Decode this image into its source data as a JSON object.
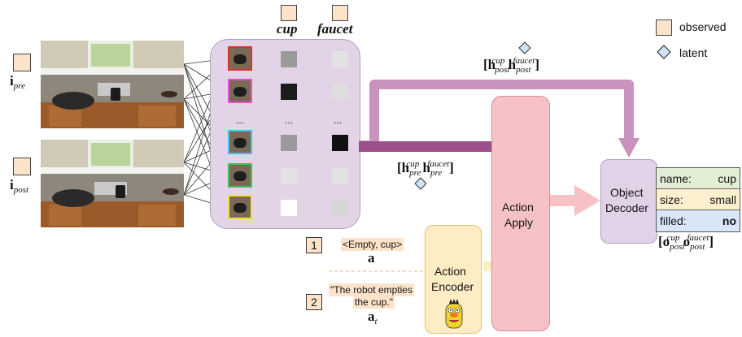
{
  "legend": {
    "observed_label": "observed",
    "latent_label": "latent"
  },
  "inputs": {
    "pre_symbol": "i",
    "pre_sub": "pre",
    "post_symbol": "i",
    "post_sub": "post"
  },
  "columns": {
    "cup": "cup",
    "faucet": "faucet"
  },
  "grid": {
    "ellipsis": "...",
    "cup_cells": [
      "#9a9a9a",
      "#1c1c1c",
      "",
      "#9a9a9a",
      "#e2e2e2",
      "#ffffff"
    ],
    "faucet_cells": [
      "#e2e2e2",
      "#dedede",
      "",
      "#111111",
      "#e2e2e2",
      "#d6d6d6"
    ],
    "crop_colors": [
      "#d9342b",
      "#e84fd8",
      "#3cc9dd",
      "#42c05a",
      "#f0e43c"
    ]
  },
  "h_post": {
    "symbol": "h",
    "sub": "post",
    "sup_a": "cup",
    "sup_b": "faucet"
  },
  "h_pre": {
    "symbol": "h",
    "sub": "pre",
    "sup_a": "cup",
    "sup_b": "faucet"
  },
  "action_apply": {
    "line1": "Action",
    "line2": "Apply"
  },
  "action_encoder": {
    "line1": "Action",
    "line2": "Encoder"
  },
  "object_decoder": {
    "line1": "Object",
    "line2": "Decoder"
  },
  "output_table": {
    "rows": [
      {
        "key": "name:",
        "value": "cup",
        "color": "#e2efd6"
      },
      {
        "key": "size:",
        "value": "small",
        "color": "#fdf0cf"
      },
      {
        "key": "filled:",
        "value": "no",
        "color": "#d9e6f7"
      }
    ]
  },
  "o_label": {
    "symbol": "o",
    "sub": "post",
    "sup_a": "cup",
    "sup_b": "faucet"
  },
  "action_1": {
    "number": "1",
    "text": "<Empty, cup>",
    "symbol": "a"
  },
  "action_2": {
    "number": "2",
    "text_line1": "\"The robot empties",
    "text_line2": "the cup.\"",
    "symbol": "a",
    "sub": "t"
  },
  "colors": {
    "panel_purple": "#e3d3e6",
    "arrow_purple": "#9c4f8b",
    "arrow_light_purple": "#c993bd",
    "apply_pink": "#f6c2c6",
    "encoder_yellow": "#fdedc5",
    "decoder_purple": "#e1d2e8",
    "observed_peach": "#fde3c9",
    "latent_blue": "#cfe2f7"
  }
}
